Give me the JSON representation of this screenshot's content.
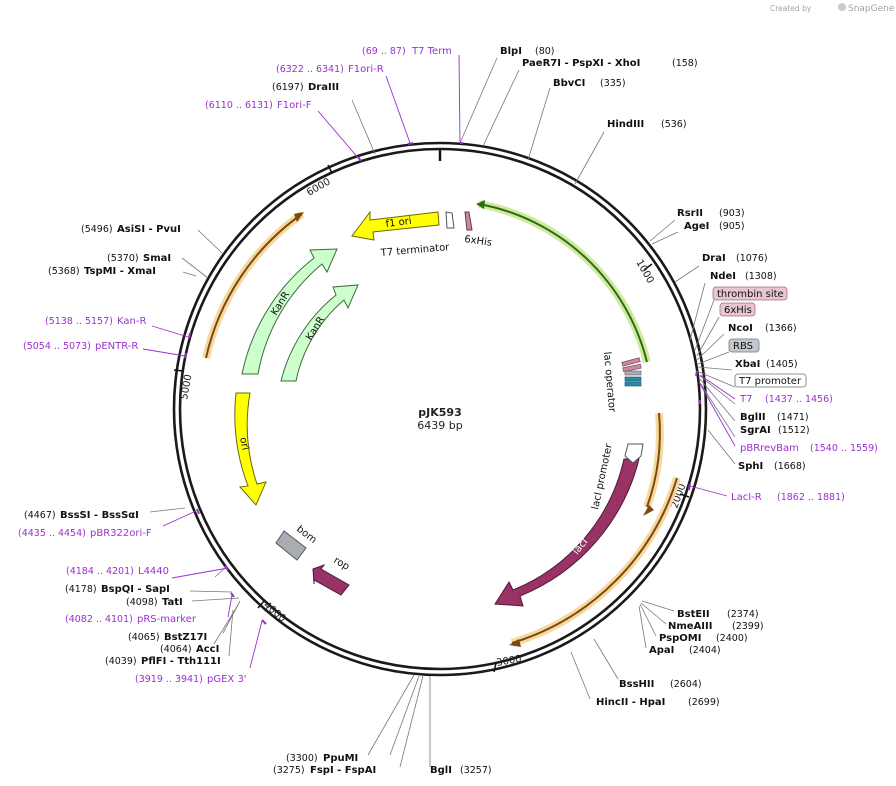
{
  "header": {
    "created_by": "Created by",
    "brand": "SnapGene"
  },
  "plasmid": {
    "name": "pJK593",
    "length": "6439 bp"
  },
  "ticks": [
    "1000",
    "2000",
    "3000",
    "4000",
    "5000",
    "6000"
  ],
  "features": {
    "f1_ori": "f1 ori",
    "t7_terminator": "T7 terminator",
    "his_tag": "6xHis",
    "kanr_1": "KanR",
    "kanr_2": "KanR",
    "ori": "ori",
    "bom": "bom",
    "rop": "rop",
    "laci": "lacI",
    "laci_promoter": "lacI promoter",
    "lac_operator": "lac operator"
  },
  "right_labels": {
    "bspxi_group": {
      "name": "PaeR7I - PspXI - XhoI",
      "pos": "(158)"
    },
    "blpi": {
      "name": "BlpI",
      "pos": "(80)"
    },
    "bbvci": {
      "name": "BbvCI",
      "pos": "(335)"
    },
    "hindiii": {
      "name": "HindIII",
      "pos": "(536)"
    },
    "rsrii": {
      "name": "RsrII",
      "pos": "(903)"
    },
    "agei": {
      "name": "AgeI",
      "pos": "(905)"
    },
    "drai": {
      "name": "DraI",
      "pos": "(1076)"
    },
    "ndei": {
      "name": "NdeI",
      "pos": "(1308)"
    },
    "thrombin": "thrombin site",
    "his6": "6xHis",
    "ncoi": {
      "name": "NcoI",
      "pos": "(1366)"
    },
    "rbs": "RBS",
    "xbai": {
      "name": "XbaI",
      "pos": "(1405)"
    },
    "t7_promoter": "T7 promoter",
    "t7": {
      "name": "T7",
      "pos": "(1437 .. 1456)"
    },
    "bglii": {
      "name": "BglII",
      "pos": "(1471)"
    },
    "sgrai": {
      "name": "SgrAI",
      "pos": "(1512)"
    },
    "pbrrevbam": {
      "name": "pBRrevBam",
      "pos": "(1540 .. 1559)"
    },
    "sphi": {
      "name": "SphI",
      "pos": "(1668)"
    },
    "laci_r": {
      "name": "LacI-R",
      "pos": "(1862 .. 1881)"
    },
    "bsteii": {
      "name": "BstEII",
      "pos": "(2374)"
    },
    "nmeaiii": {
      "name": "NmeAIII",
      "pos": "(2399)"
    },
    "pspomi": {
      "name": "PspOMI",
      "pos": "(2400)"
    },
    "apai": {
      "name": "ApaI",
      "pos": "(2404)"
    },
    "bsshii": {
      "name": "BssHII",
      "pos": "(2604)"
    },
    "hincii": {
      "name": "HincII - HpaI",
      "pos": "(2699)"
    }
  },
  "top_labels": {
    "t7_term": {
      "name": "T7 Term",
      "pos": "(69 .. 87)"
    },
    "f1ori_r": {
      "name": "F1ori-R",
      "pos": "(6322 .. 6341)"
    },
    "draiii": {
      "name": "DraIII",
      "pos": "(6197)"
    },
    "f1ori_f": {
      "name": "F1ori-F",
      "pos": "(6110 .. 6131)"
    }
  },
  "left_labels": {
    "asisi": {
      "name": "AsiSI - PvuI",
      "pos": "(5496)"
    },
    "smai": {
      "name": "SmaI",
      "pos": "(5370)"
    },
    "tspmi": {
      "name": "TspMI - XmaI",
      "pos": "(5368)"
    },
    "kan_r": {
      "name": "Kan-R",
      "pos": "(5138 .. 5157)"
    },
    "pentr_r": {
      "name": "pENTR-R",
      "pos": "(5054 .. 5073)"
    },
    "bsssi": {
      "name": "BssSI - BssSαI",
      "pos": "(4467)"
    },
    "pbr322": {
      "name": "pBR322ori-F",
      "pos": "(4435 .. 4454)"
    },
    "l4440": {
      "name": "L4440",
      "pos": "(4184 .. 4201)"
    },
    "bspqi": {
      "name": "BspQI - SapI",
      "pos": "(4178)"
    },
    "tati": {
      "name": "TatI",
      "pos": "(4098)"
    },
    "prs": {
      "name": "pRS-marker",
      "pos": "(4082 .. 4101)"
    },
    "bstz17i": {
      "name": "BstZ17I",
      "pos": "(4065)"
    },
    "acci": {
      "name": "AccI",
      "pos": "(4064)"
    },
    "pflfi": {
      "name": "PflFI - Tth111I",
      "pos": "(4039)"
    },
    "pgex": {
      "name": "pGEX 3'",
      "pos": "(3919 .. 3941)"
    }
  },
  "bottom_labels": {
    "ppumi": {
      "name": "PpuMI",
      "pos": "(3300)"
    },
    "fspi": {
      "name": "FspI - FspAI",
      "pos": "(3275)"
    },
    "bgli": {
      "name": "BglI",
      "pos": "(3257)"
    }
  },
  "colors": {
    "backbone": "#1a1a1a",
    "primer": "#9b30d0",
    "f1_ori": "#ffff00",
    "kanr": "#ccffcc",
    "ori": "#ffff00",
    "bom": "#a9adb3",
    "rop": "#993366",
    "laci": "#993366",
    "orf_highlight": "#f7d9a0",
    "green_highlight": "#cfeaa0"
  }
}
